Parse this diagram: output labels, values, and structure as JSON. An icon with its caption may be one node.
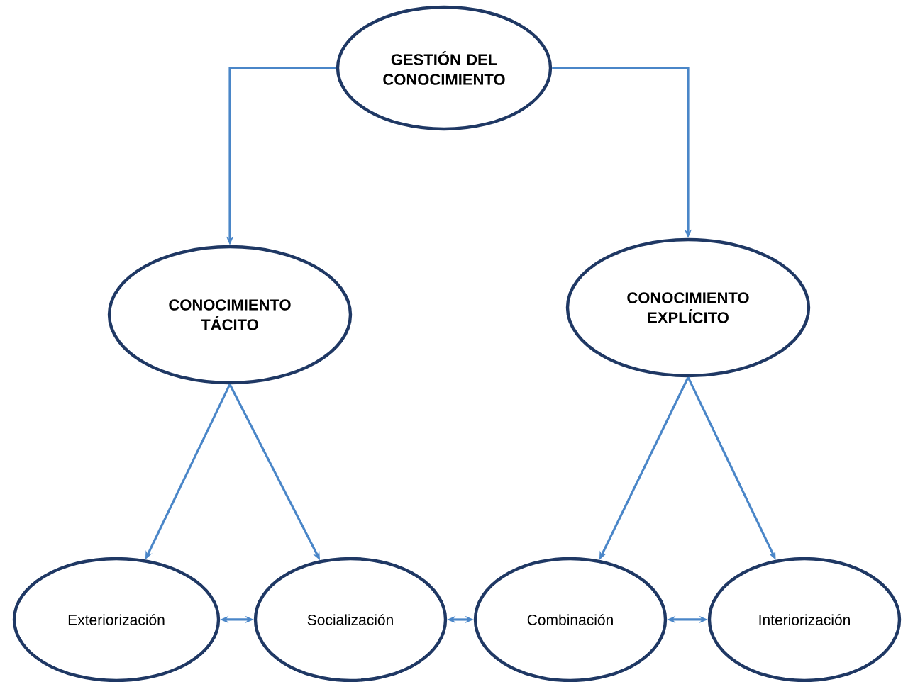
{
  "diagram": {
    "nodes": [
      {
        "text": [
          "GESTIÓN DEL CONOCIMIENTO"
        ]
      },
      {
        "text": [
          "CONOCIMIENTO TÁCITO"
        ]
      },
      {
        "text": [
          "CONOCIMIENTO EXPLÍCITO"
        ]
      },
      {
        "text": [
          "Exteriorización"
        ]
      },
      {
        "text": [
          "Socialización"
        ]
      },
      {
        "text": [
          "Combinación"
        ]
      },
      {
        "text": [
          "Interiorización"
        ]
      }
    ],
    "edges": [
      {
        "from": 0,
        "to": 1,
        "arrow": "to"
      },
      {
        "from": 0,
        "to": 2,
        "arrow": "to"
      },
      {
        "from": 1,
        "to": 3,
        "arrow": "to"
      },
      {
        "from": 1,
        "to": 4,
        "arrow": "to"
      },
      {
        "from": 2,
        "to": 5,
        "arrow": "to"
      },
      {
        "from": 2,
        "to": 6,
        "arrow": "to"
      },
      {
        "from": 3,
        "to": 4,
        "arrow": "both"
      },
      {
        "from": 4,
        "to": 5,
        "arrow": "both"
      },
      {
        "from": 5,
        "to": 6,
        "arrow": "both"
      }
    ]
  }
}
